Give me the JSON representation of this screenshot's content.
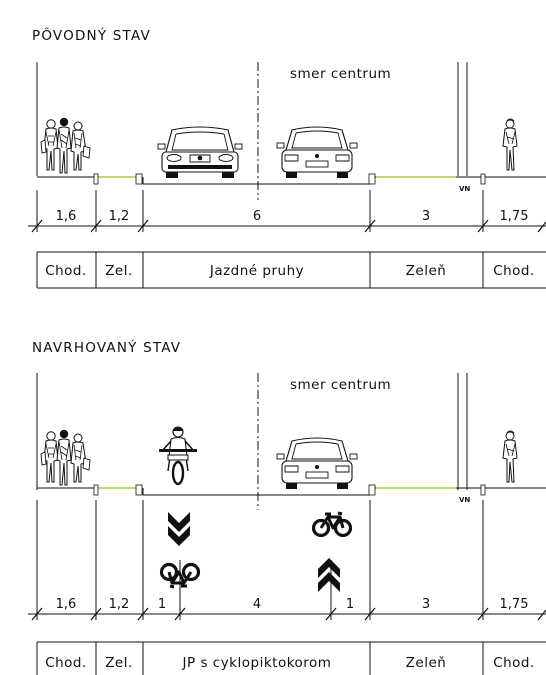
{
  "colors": {
    "ink": "#111111",
    "green_strip": "#b7dd6a",
    "background": "#ffffff"
  },
  "sections": [
    {
      "title": "PÔVODNÝ STAV",
      "direction_label": "smer centrum",
      "vn_label": "VN",
      "dimensions": [
        "1,6",
        "1,2",
        "6",
        "3",
        "1,75"
      ],
      "cells": [
        "Chod.",
        "Zel.",
        "Jazdné pruhy",
        "Zeleň",
        "Chod."
      ],
      "figures": [
        "pedestrians-icon",
        "car-front-icon",
        "car-rear-icon",
        "pedestrian-icon"
      ]
    },
    {
      "title": "NAVRHOVANÝ STAV",
      "direction_label": "smer centrum",
      "vn_label": "VN",
      "dimensions": [
        "1,6",
        "1,2",
        "1",
        "4",
        "1",
        "3",
        "1,75"
      ],
      "cells": [
        "Chod.",
        "Zel.",
        "JP s cyklopiktokorom",
        "Zeleň",
        "Chod."
      ],
      "figures": [
        "pedestrians-icon",
        "cyclist-icon",
        "car-rear-icon",
        "pedestrian-icon",
        "chevron-down-icon",
        "bicycle-icon",
        "chevron-up-icon"
      ]
    }
  ]
}
